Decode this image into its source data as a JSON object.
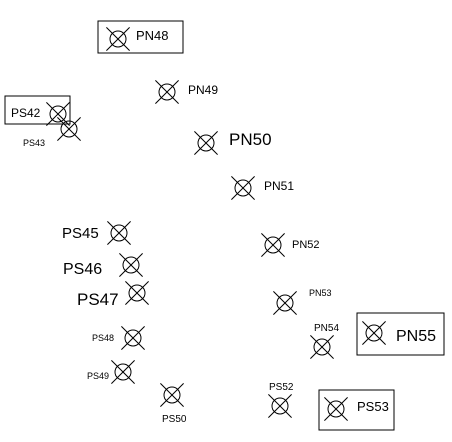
{
  "diagram": {
    "points": [
      {
        "id": "PN48",
        "label": "PN48",
        "boxed": true
      },
      {
        "id": "PN49",
        "label": "PN49",
        "boxed": false
      },
      {
        "id": "PS42",
        "label": "PS42",
        "boxed": true
      },
      {
        "id": "PS43",
        "label": "PS43",
        "boxed": false
      },
      {
        "id": "PN50",
        "label": "PN50",
        "boxed": false
      },
      {
        "id": "PN51",
        "label": "PN51",
        "boxed": false
      },
      {
        "id": "PS45",
        "label": "PS45",
        "boxed": false
      },
      {
        "id": "PN52",
        "label": "PN52",
        "boxed": false
      },
      {
        "id": "PS46",
        "label": "PS46",
        "boxed": false
      },
      {
        "id": "PS47",
        "label": "PS47",
        "boxed": false
      },
      {
        "id": "PN53",
        "label": "PN53",
        "boxed": false
      },
      {
        "id": "PN55",
        "label": "PN55",
        "boxed": true
      },
      {
        "id": "PN54",
        "label": "PN54",
        "boxed": false
      },
      {
        "id": "PS48",
        "label": "PS48",
        "boxed": false
      },
      {
        "id": "PS49",
        "label": "PS49",
        "boxed": false
      },
      {
        "id": "PS50",
        "label": "PS50",
        "boxed": false
      },
      {
        "id": "PS52",
        "label": "PS52",
        "boxed": false
      },
      {
        "id": "PS53",
        "label": "PS53",
        "boxed": true
      }
    ]
  },
  "colors": {
    "stroke": "#000000",
    "background": "#ffffff"
  }
}
